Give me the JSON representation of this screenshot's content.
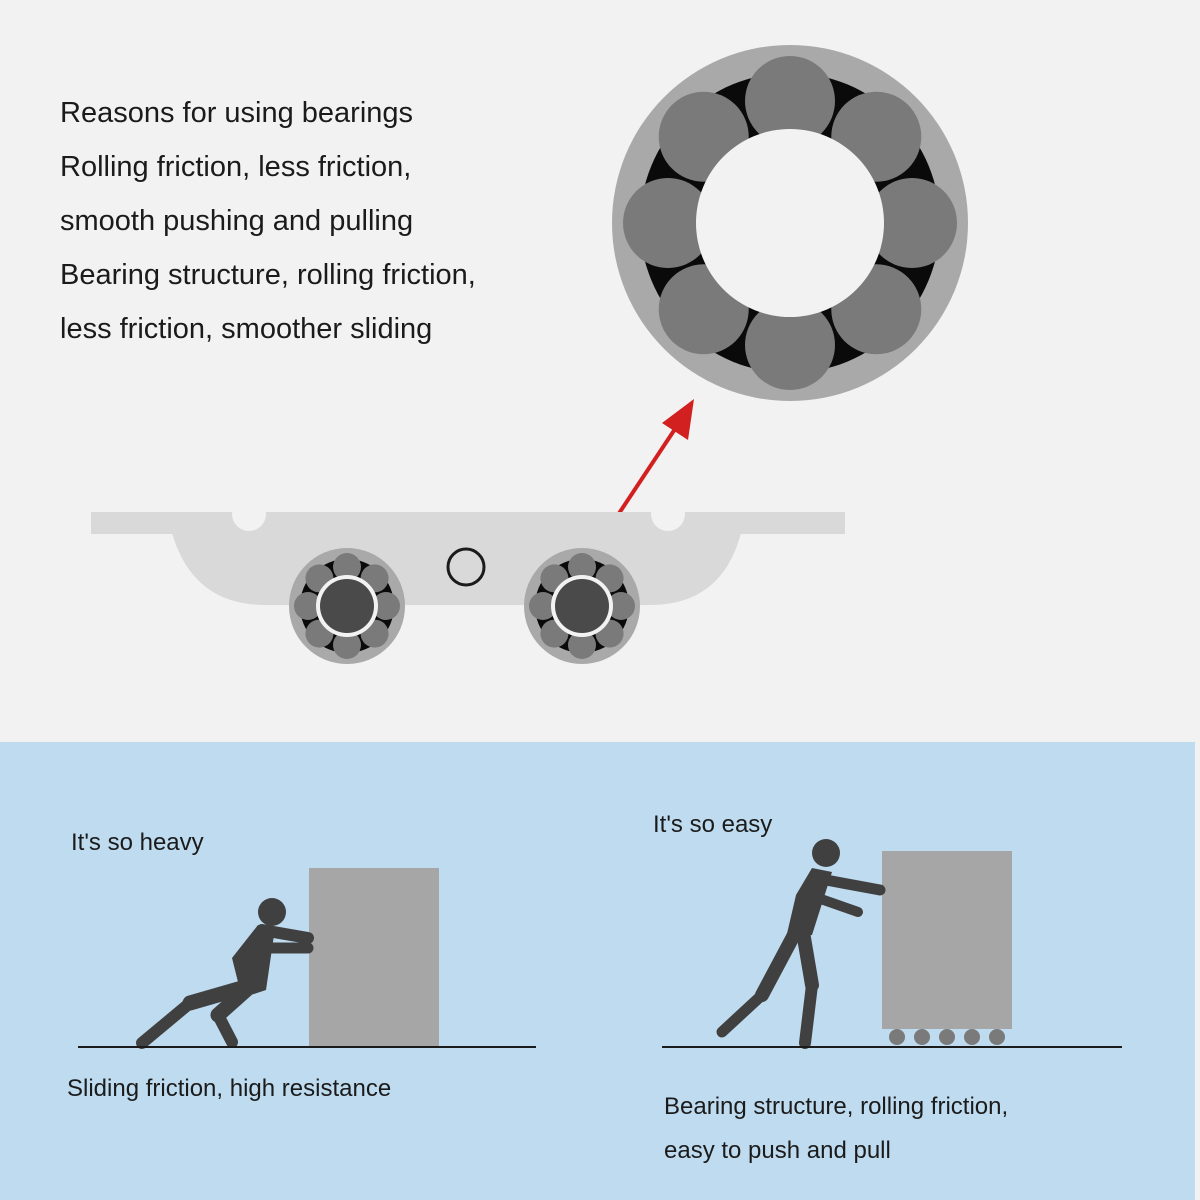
{
  "reasons": {
    "lines": [
      "Reasons for using bearings",
      "Rolling friction, less friction,",
      "smooth pushing and pulling",
      "Bearing structure, rolling friction,",
      "less friction, smoother sliding"
    ]
  },
  "heavy_panel": {
    "label": "It's so heavy",
    "caption": "Sliding friction, high resistance"
  },
  "easy_panel": {
    "label": "It's so easy",
    "caption_lines": [
      "Bearing structure, rolling friction,",
      "easy to push and pull"
    ]
  },
  "colors": {
    "top_background": "#f3f2f2",
    "bottom_background": "#bedbef",
    "bearing_ring": "#a9a9a9",
    "bearing_ball": "#7a7a7a",
    "silhouette": "#404040",
    "box": "#a6a6a6",
    "arrow": "#d1201f",
    "carriage": "#d9d9d9"
  },
  "icons": [
    "bearing-icon",
    "arrow-icon",
    "person-pushing-icon",
    "box-icon",
    "roller-balls-icon"
  ]
}
